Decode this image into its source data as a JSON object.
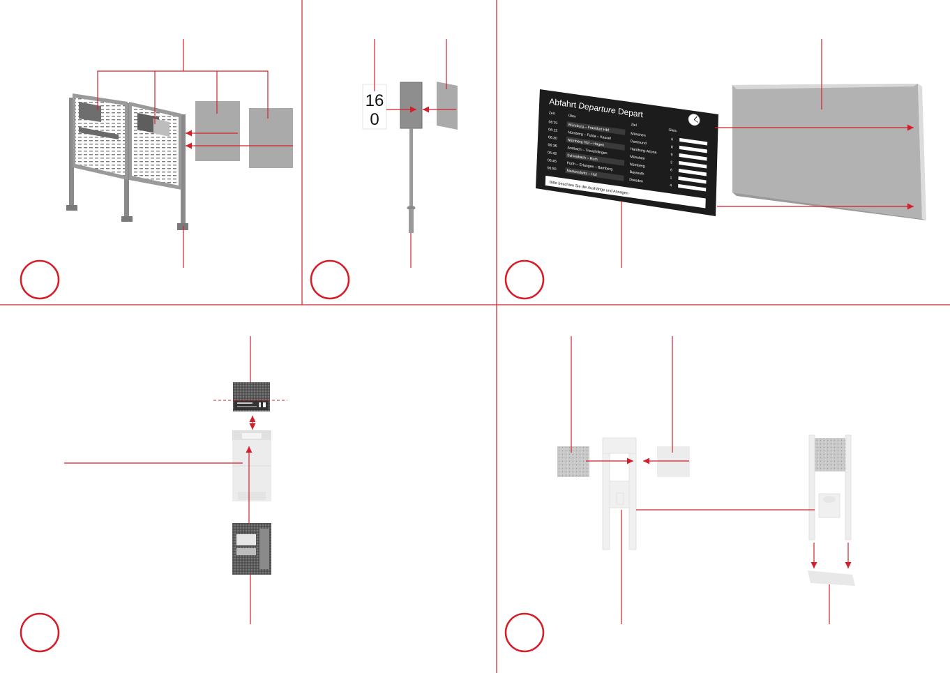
{
  "colors": {
    "accent": "#d41f2a",
    "part_gray": "#a8a8a8",
    "frame_gray": "#8a8a8a",
    "light_part": "#ececec",
    "display_dark": "#1c1c1c"
  },
  "sign_digits": {
    "top": "16",
    "bottom": "0"
  },
  "departure_board": {
    "title": "Abfahrt",
    "title_en": "Departure",
    "title_fr": "Depart",
    "col_time": "Zeit",
    "col_via": "Über",
    "col_dest": "Ziel",
    "col_track": "Gleis",
    "rows": [
      {
        "time": "06:01",
        "via": "Würzburg – Frankfurt Hbf",
        "dest": "München",
        "track": "6"
      },
      {
        "time": "06:12",
        "via": "Nürnberg – Fulda – Kassel",
        "dest": "Dortmund",
        "track": "8"
      },
      {
        "time": "06:30",
        "via": "Nürnberg Hbf – Hagen",
        "dest": "Hamburg-Altona",
        "track": "9"
      },
      {
        "time": "06:35",
        "via": "Ansbach – Treuchtlingen",
        "dest": "München",
        "track": "2"
      },
      {
        "time": "06:42",
        "via": "Schwabach – Roth",
        "dest": "Nürnberg",
        "track": "6"
      },
      {
        "time": "06:45",
        "via": "Fürth – Erlangen – Bamberg",
        "dest": "Bayreuth",
        "track": "1"
      },
      {
        "time": "06:50",
        "via": "Marktredwitz – Hof",
        "dest": "Dresden",
        "track": "4"
      }
    ],
    "footer": "Bitte beachten Sie die Aushänge und Ansagen"
  },
  "icons": [
    "step-circle-icon",
    "arrow-icon"
  ]
}
